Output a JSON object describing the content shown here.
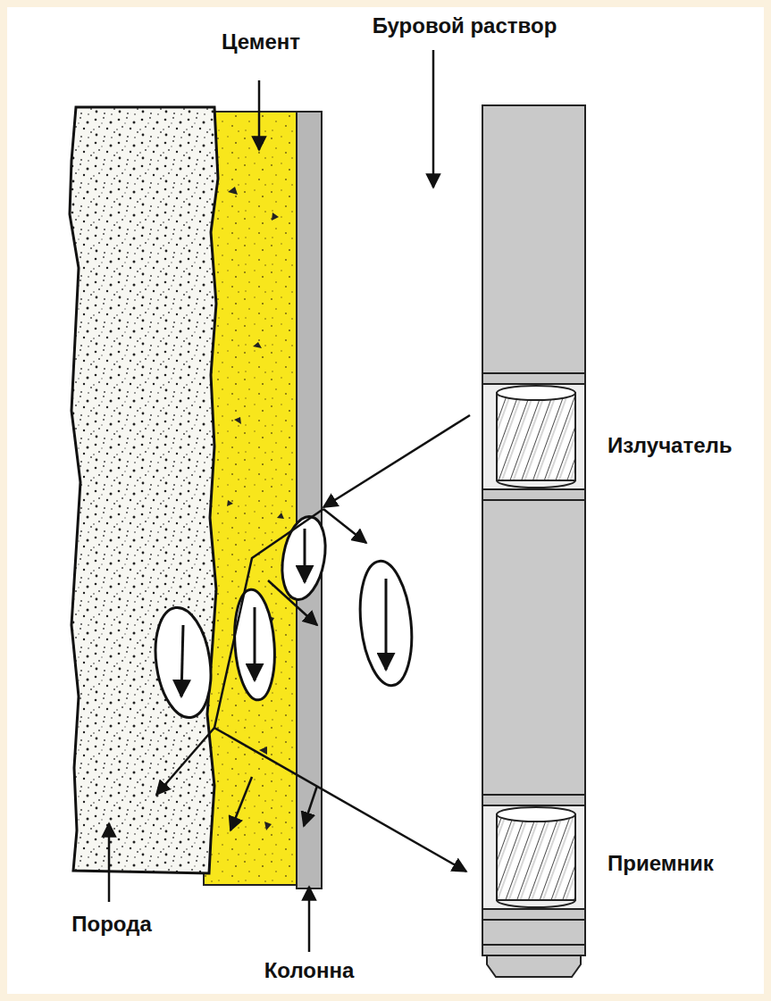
{
  "diagram": {
    "labels": [
      "Цемент",
      "Буровой раствор",
      "Излучатель",
      "Приемник",
      "Порода",
      "Колонна"
    ]
  }
}
